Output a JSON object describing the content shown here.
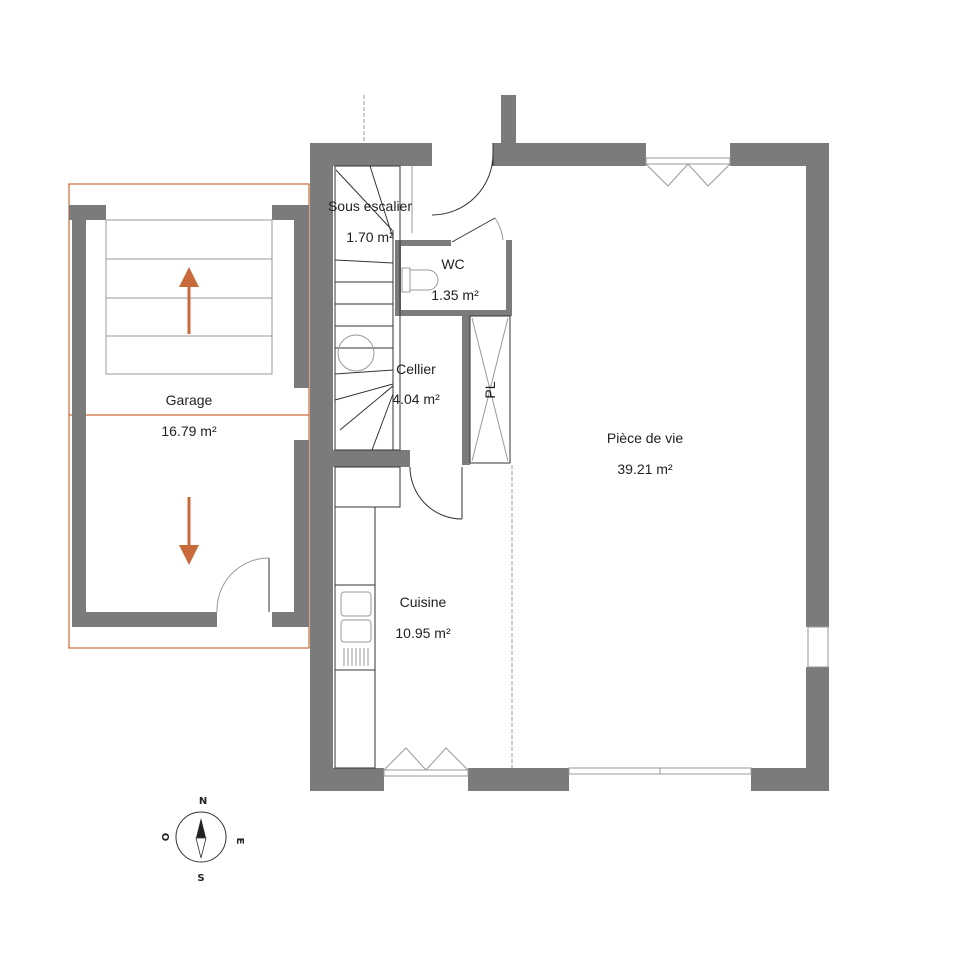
{
  "rooms": {
    "sous_escalier": {
      "name": "Sous escalier",
      "area": "1.70 m²"
    },
    "wc": {
      "name": "WC",
      "area": "1.35 m²"
    },
    "cellier": {
      "name": "Cellier",
      "area": "4.04 m²"
    },
    "pl": {
      "name": "PL"
    },
    "garage": {
      "name": "Garage",
      "area": "16.79 m²"
    },
    "piece_de_vie": {
      "name": "Pièce de vie",
      "area": "39.21 m²"
    },
    "cuisine": {
      "name": "Cuisine",
      "area": "10.95 m²"
    }
  },
  "compass": {
    "n": "N",
    "s": "S",
    "e": "E",
    "o": "O"
  },
  "colors": {
    "wall": "#7b7b7b",
    "garage_outline": "#c96a3a",
    "arrow": "#c96a3a"
  }
}
